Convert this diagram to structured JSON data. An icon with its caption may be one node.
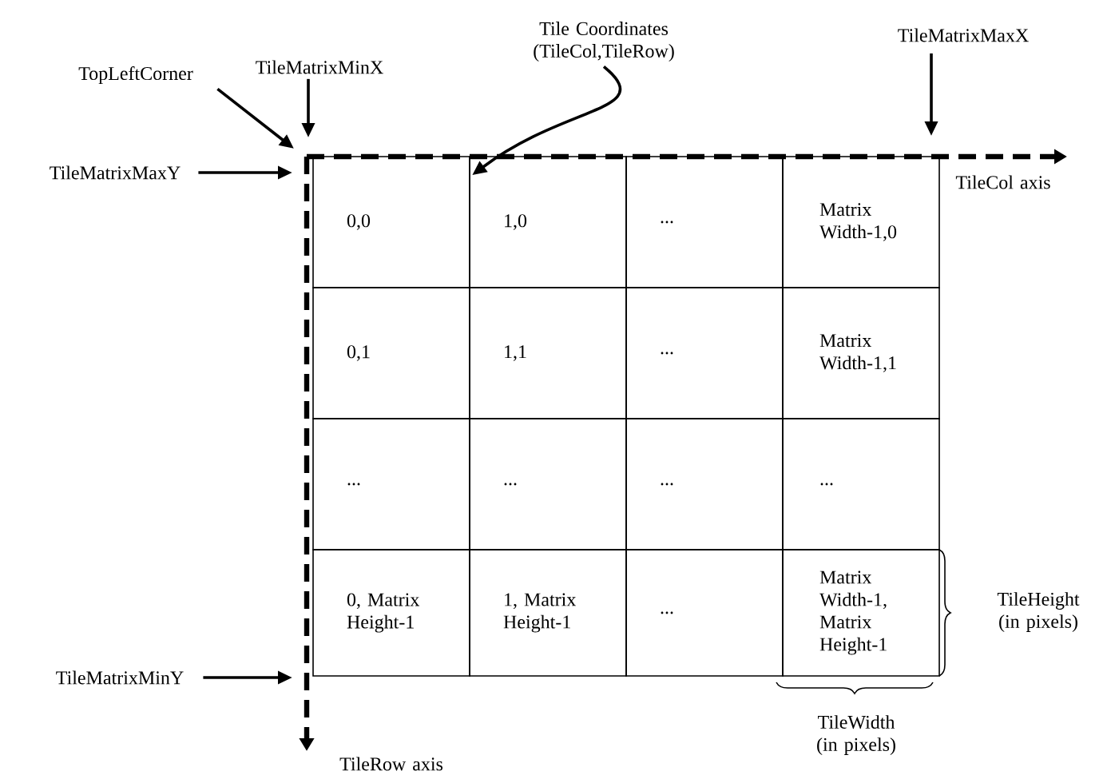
{
  "diagram": {
    "nodes": [
      {
        "text": [
          "TopLeftCorner"
        ]
      },
      {
        "text": [
          "TileMatrixMinX"
        ]
      },
      {
        "text": [
          "Tile Coordinates (TileCol,TileRow)"
        ]
      },
      {
        "text": [
          "TileMatrixMaxX"
        ]
      },
      {
        "text": [
          "TileMatrixMaxY"
        ]
      },
      {
        "text": [
          "TileMatrixMinY"
        ]
      },
      {
        "text": [
          "0,0"
        ]
      },
      {
        "text": [
          "1,0"
        ]
      },
      {
        "text": [
          "..."
        ]
      },
      {
        "text": [
          "Matrix Width-1,0"
        ]
      },
      {
        "text": [
          "0,1"
        ]
      },
      {
        "text": [
          "1,1"
        ]
      },
      {
        "text": [
          "..."
        ]
      },
      {
        "text": [
          "Matrix Width-1,1"
        ]
      },
      {
        "text": [
          "..."
        ]
      },
      {
        "text": [
          "..."
        ]
      },
      {
        "text": [
          "..."
        ]
      },
      {
        "text": [
          "..."
        ]
      },
      {
        "text": [
          "0, Matrix Height-1"
        ]
      },
      {
        "text": [
          "1, Matrix Height-1"
        ]
      },
      {
        "text": [
          "..."
        ]
      },
      {
        "text": [
          "Matrix Width-1, Matrix Height-1"
        ]
      }
    ],
    "edges": [
      {
        "from": 0,
        "to": null,
        "arrow": "to"
      },
      {
        "from": 1,
        "to": null,
        "arrow": "to"
      },
      {
        "from": 2,
        "to": 7,
        "arrow": "to"
      },
      {
        "from": 3,
        "to": null,
        "arrow": "to"
      },
      {
        "from": 4,
        "to": null,
        "arrow": "to"
      },
      {
        "from": 5,
        "to": null,
        "arrow": "to"
      }
    ],
    "labels": [
      "TileCol axis",
      "TileHeight (in pixels)",
      "TileWidth (in pixels)",
      "TileRow axis"
    ]
  }
}
